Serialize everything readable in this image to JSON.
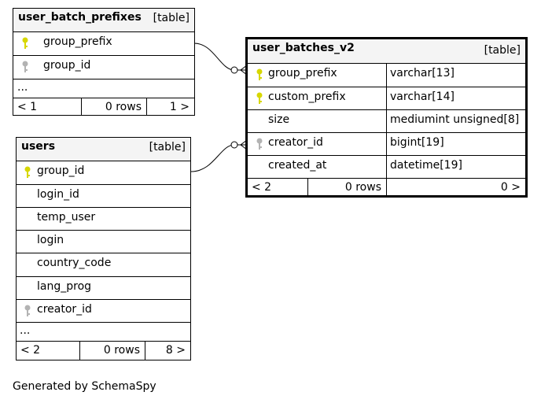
{
  "tables": {
    "user_batch_prefixes": {
      "name": "user_batch_prefixes",
      "type": "[table]",
      "columns": [
        "group_prefix",
        "group_id"
      ],
      "more": "...",
      "footer": {
        "parents": "< 1",
        "rows": "0 rows",
        "children": "1 >"
      }
    },
    "users": {
      "name": "users",
      "type": "[table]",
      "columns": [
        "group_id",
        "login_id",
        "temp_user",
        "login",
        "country_code",
        "lang_prog",
        "creator_id"
      ],
      "more": "...",
      "footer": {
        "parents": "< 2",
        "rows": "0 rows",
        "children": "8 >"
      }
    },
    "user_batches_v2": {
      "name": "user_batches_v2",
      "type": "[table]",
      "columns": [
        {
          "name": "group_prefix",
          "type": "varchar[13]"
        },
        {
          "name": "custom_prefix",
          "type": "varchar[14]"
        },
        {
          "name": "size",
          "type": "mediumint unsigned[8]"
        },
        {
          "name": "creator_id",
          "type": "bigint[19]"
        },
        {
          "name": "created_at",
          "type": "datetime[19]"
        }
      ],
      "footer": {
        "parents": "< 2",
        "rows": "0 rows",
        "children": "0 >"
      }
    }
  },
  "generated_by": "Generated by SchemaSpy",
  "colors": {
    "primary_key": "#d7d700",
    "foreign_key": "#b3b3b3",
    "header": "#f4f4f4"
  },
  "icons": {
    "primary_key": "key-icon",
    "foreign_key": "key-icon"
  }
}
